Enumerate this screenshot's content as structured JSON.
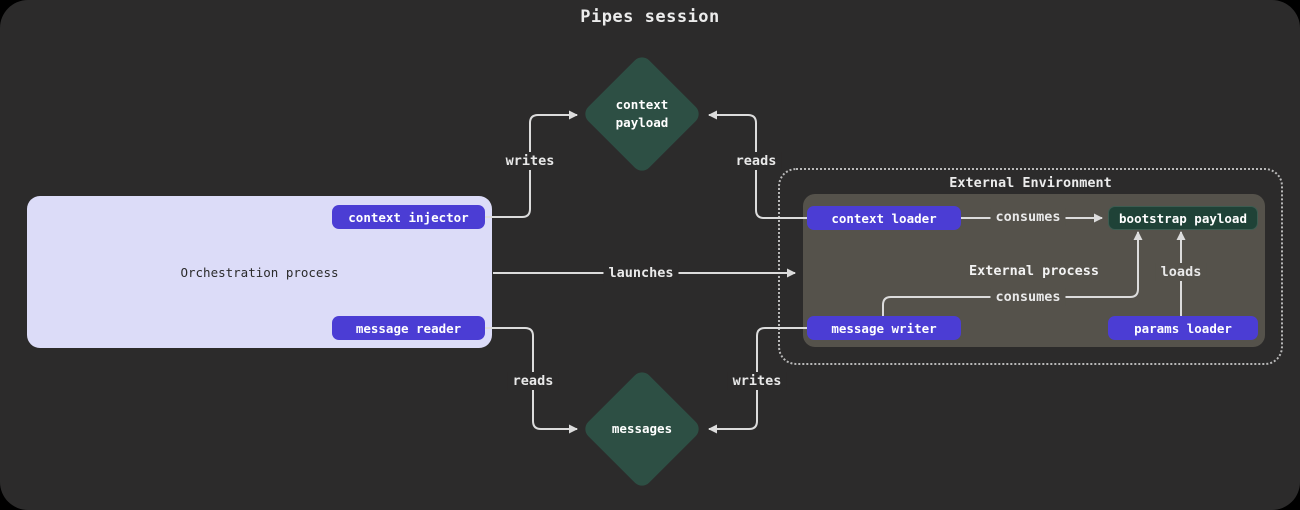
{
  "title": "Pipes session",
  "nodes": {
    "context_payload": "context\npayload",
    "messages": "messages",
    "orchestration": {
      "label": "Orchestration process",
      "context_injector": "context injector",
      "message_reader": "message reader"
    },
    "external_environment": {
      "label": "External Environment",
      "external_process": {
        "label": "External process",
        "context_loader": "context loader",
        "message_writer": "message writer",
        "params_loader": "params loader",
        "bootstrap_payload": "bootstrap payload"
      }
    }
  },
  "edges": {
    "writes_top": "writes",
    "reads_top": "reads",
    "launches": "launches",
    "consumes_top": "consumes",
    "consumes_bottom": "consumes",
    "loads": "loads",
    "reads_bottom": "reads",
    "writes_bottom": "writes"
  },
  "colors": {
    "background": "#2c2b2b",
    "node_purple": "#4b3dd4",
    "node_lavender": "#dcdcf8",
    "green_diamond": "#2d4f44",
    "green_payload": "#1f4237",
    "green_payload_border": "#3c5b50",
    "process_gray": "#55524b",
    "line": "#dcdcdc",
    "dashed_border": "#b9b9b9",
    "text_light": "#ececec",
    "text_dark": "#2b2b2b"
  }
}
